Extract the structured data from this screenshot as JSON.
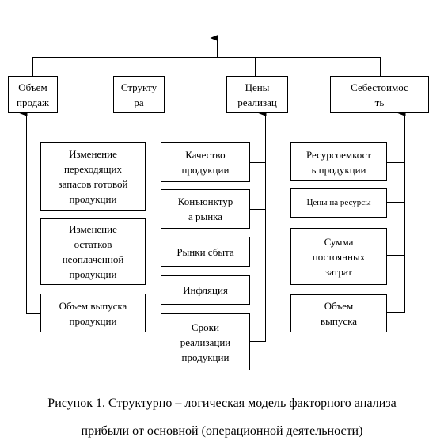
{
  "diagram": {
    "top_factors": [
      "Объем\nпродаж",
      "Структу\nра",
      "Цены\nреализац",
      "Себестоимос\nть"
    ],
    "sales_volume_factors": [
      "Изменение\nпереходящих\nзапасов готовой\nпродукции",
      "Изменение\nостатков\nнеоплаченной\nпродукции",
      "Объем выпуска\nпродукции"
    ],
    "price_factors": [
      "Качество\nпродукции",
      "Конъюнктур\nа рынка",
      "Рынки сбыта",
      "Инфляция",
      "Сроки\nреализации\nпродукции"
    ],
    "cost_factors": [
      "Ресурсоемкост\nь продукции",
      "Цены на ресурсы",
      "Сумма\nпостоянных\nзатрат",
      "Объем\nвыпуска"
    ]
  },
  "caption": {
    "line1": "Рисунок 1. Структурно – логическая модель факторного анализа",
    "line2": "прибыли от основной (операционной деятельности)"
  }
}
